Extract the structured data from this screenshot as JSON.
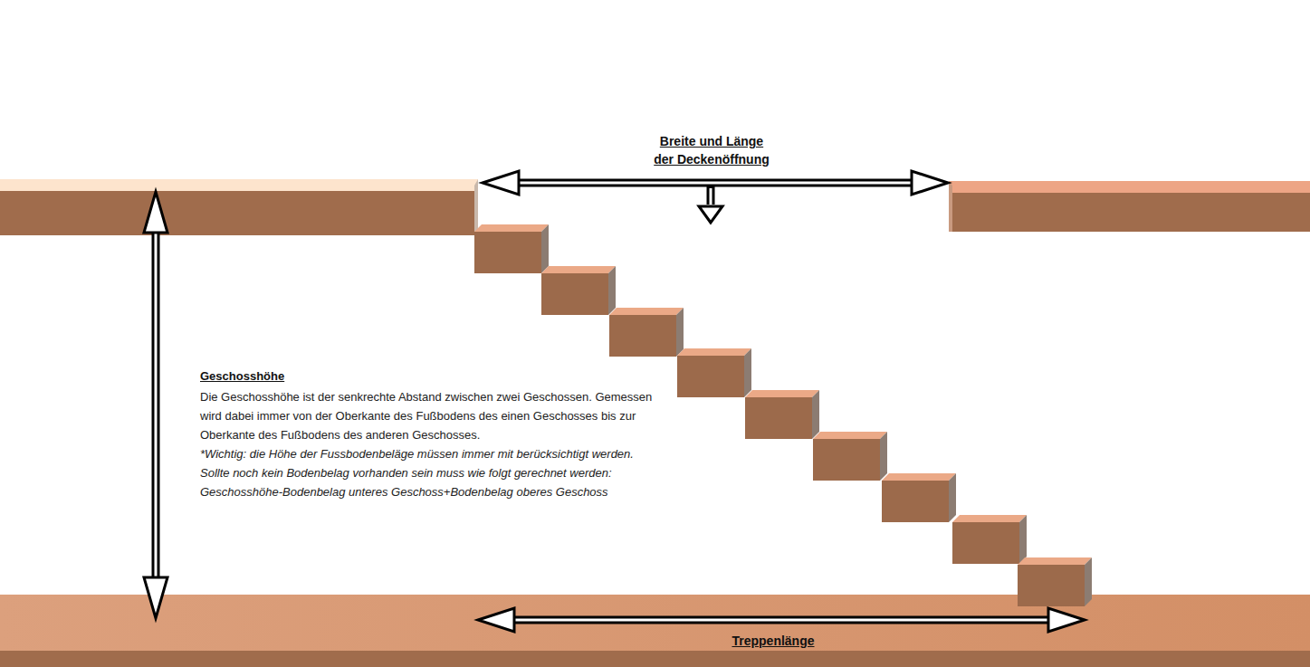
{
  "diagram": {
    "labels": [
      "Breite und Länge der Deckenöffnung",
      "Geschosshöhe",
      "Die Geschosshöhe ist der senkrechte Abstand zwischen zwei Geschossen. Gemessen wird dabei immer von der Oberkante des Fußbodens des einen Geschosses bis zur Oberkante des Fußbodens des anderen Geschosses.",
      "*Wichtig: die Höhe der Fussbodenbeläge müssen immer mit berücksichtigt werden. Sollte noch kein Bodenbelag vorhanden sein muss wie folgt gerechnet werden: Geschosshöhe-Bodenbelag unteres Geschoss+Bodenbelag oberes Geschoss",
      "Treppenlänge"
    ]
  }
}
